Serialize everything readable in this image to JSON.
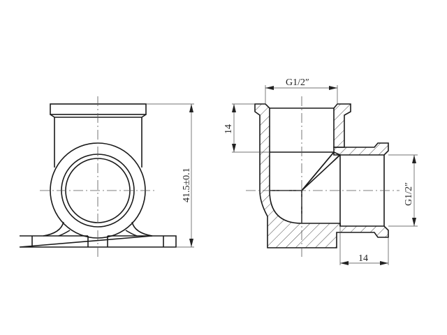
{
  "drawing": {
    "type": "technical-drawing",
    "subject": "Elbow fitting with wall-mounting flange",
    "views": [
      {
        "name": "front-view",
        "description": "Front elevation with mounting base"
      },
      {
        "name": "section-view",
        "description": "Sectional view of 90-degree elbow with hatching"
      }
    ]
  },
  "dimensions": {
    "overall_height": "41.5±0.1",
    "top_thread": "G1/2″",
    "side_thread": "G1/2″",
    "top_thread_depth": "14",
    "side_thread_depth": "14"
  },
  "colors": {
    "line": "#1a1a1a",
    "background": "#ffffff"
  }
}
